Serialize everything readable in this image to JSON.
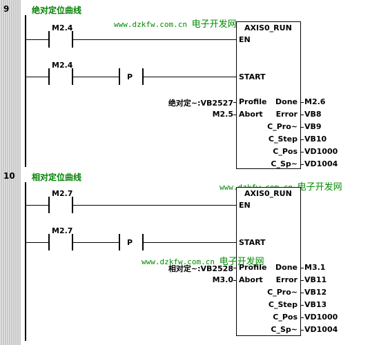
{
  "networks": [
    {
      "number": "9",
      "title": "绝对定位曲线",
      "block_name": "AXIS0_RUN",
      "en_contact": "M2.4",
      "start_contact": "M2.4",
      "p_label": "P",
      "en_pin": "EN",
      "start_pin": "START",
      "profile_param": "绝对定~:VB2527",
      "abort_param": "M2.5",
      "inputs": [
        "Profile",
        "Abort"
      ],
      "outputs": [
        {
          "pin": "Done",
          "value": "M2.6"
        },
        {
          "pin": "Error",
          "value": "VB8"
        },
        {
          "pin": "C_Pro~",
          "value": "VB9"
        },
        {
          "pin": "C_Step",
          "value": "VB10"
        },
        {
          "pin": "C_Pos",
          "value": "VD1000"
        },
        {
          "pin": "C_Sp~",
          "value": "VD1004"
        }
      ]
    },
    {
      "number": "10",
      "title": "相对定位曲线",
      "block_name": "AXIS0_RUN",
      "en_contact": "M2.7",
      "start_contact": "M2.7",
      "p_label": "P",
      "en_pin": "EN",
      "start_pin": "START",
      "profile_param": "相对定~:VB2528",
      "abort_param": "M3.0",
      "inputs": [
        "Profile",
        "Abort"
      ],
      "outputs": [
        {
          "pin": "Done",
          "value": "M3.1"
        },
        {
          "pin": "Error",
          "value": "VB11"
        },
        {
          "pin": "C_Pro~",
          "value": "VB12"
        },
        {
          "pin": "C_Step",
          "value": "VB13"
        },
        {
          "pin": "C_Pos",
          "value": "VD1000"
        },
        {
          "pin": "C_Sp~",
          "value": "VD1004"
        }
      ]
    }
  ],
  "watermark": {
    "url": "www.dzkfw.com.cn",
    "text": "电子开发网"
  },
  "colors": {
    "title_green": "#008000",
    "watermark_green": "#008c00",
    "gutter": "#c8c8c8"
  }
}
